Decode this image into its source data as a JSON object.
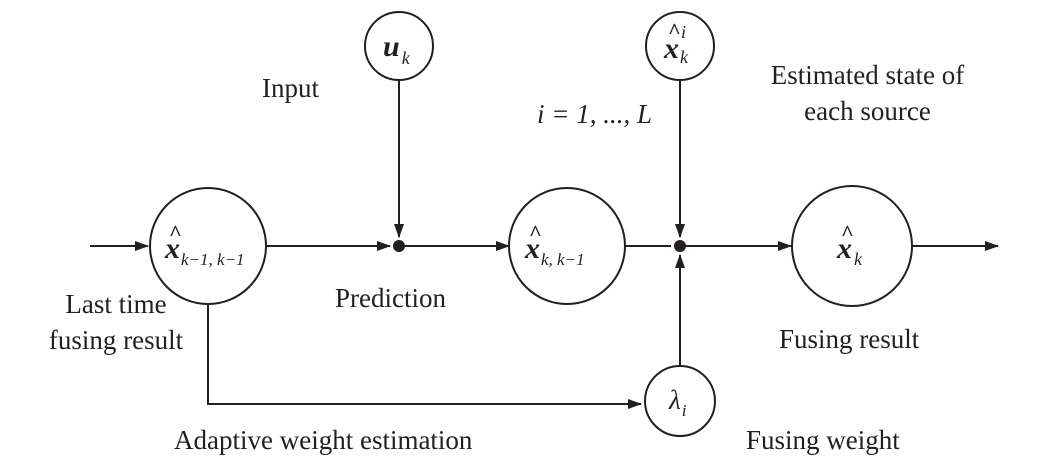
{
  "labels": {
    "input": "Input",
    "estimated_state_line1": "Estimated state of",
    "estimated_state_line2": "each source",
    "source_index": "i = 1, ..., L",
    "last_time_line1": "Last time",
    "last_time_line2": "fusing result",
    "prediction": "Prediction",
    "fusing_result": "Fusing result",
    "adaptive_weight_estimation": "Adaptive weight estimation",
    "fusing_weight": "Fusing weight"
  },
  "nodes": {
    "control_input": {
      "base": "u",
      "sub": "k"
    },
    "source_state": {
      "base": "x",
      "hat": "^",
      "sup": "i",
      "sub": "k"
    },
    "previous_estimate": {
      "base": "x",
      "hat": "^",
      "sub": "k−1, k−1"
    },
    "predicted_state": {
      "base": "x",
      "hat": "^",
      "sub": "k, k−1"
    },
    "fused_state": {
      "base": "x",
      "hat": "^",
      "sub": "k"
    },
    "fusing_weight": {
      "base": "λ",
      "sub": "i"
    }
  },
  "colors": {
    "ink": "#231f20",
    "background": "#ffffff"
  }
}
